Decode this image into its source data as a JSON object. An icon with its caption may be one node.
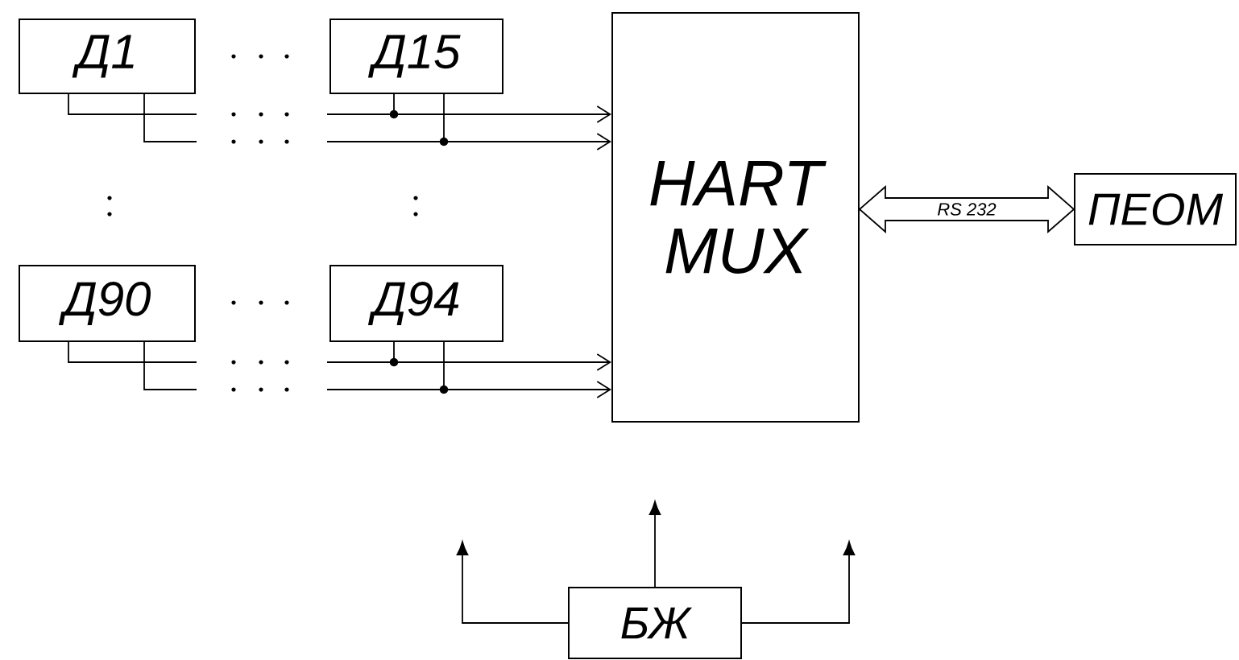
{
  "diagram": {
    "nodes": [
      {
        "text": [
          "Д1"
        ]
      },
      {
        "text": [
          "Д15"
        ]
      },
      {
        "text": [
          "Д90"
        ]
      },
      {
        "text": [
          "Д94"
        ]
      },
      {
        "text": [
          "HART MUX"
        ]
      },
      {
        "text": [
          "ПЕОМ"
        ]
      },
      {
        "text": [
          "БЖ"
        ]
      }
    ],
    "edges": [
      {
        "from": 0,
        "to": null,
        "arrow": "none"
      },
      {
        "from": 0,
        "to": null,
        "arrow": "none"
      },
      {
        "from": 1,
        "to": 4,
        "arrow": "to"
      },
      {
        "from": 1,
        "to": 4,
        "arrow": "to"
      },
      {
        "from": 2,
        "to": null,
        "arrow": "none"
      },
      {
        "from": 2,
        "to": null,
        "arrow": "none"
      },
      {
        "from": 3,
        "to": 4,
        "arrow": "to"
      },
      {
        "from": 3,
        "to": 4,
        "arrow": "to"
      },
      {
        "from": 4,
        "to": 5,
        "arrow": "both",
        "label": "RS 232"
      },
      {
        "from": 6,
        "to": null,
        "arrow": "to"
      },
      {
        "from": 6,
        "to": null,
        "arrow": "to"
      },
      {
        "from": 6,
        "to": null,
        "arrow": "to"
      }
    ]
  }
}
